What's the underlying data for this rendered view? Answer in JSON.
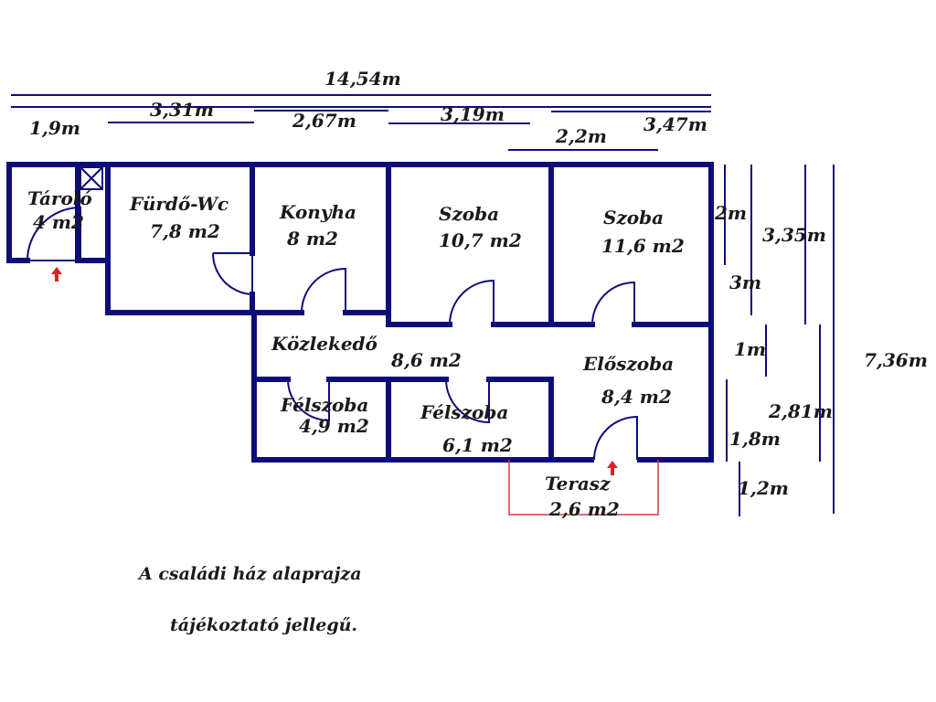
{
  "colors": {
    "wall": "#0d0d7a",
    "dimension_line": "#0d0d7a",
    "window": "#a9c4e6",
    "terrace_outline": "#d04040",
    "entrance_arrow": "#e02020",
    "text": "#1a1a1a"
  },
  "rooms": {
    "tarolo": {
      "name": "Tároló",
      "area": "4 m2"
    },
    "furdo": {
      "name": "Fürdő-Wc",
      "area": "7,8 m2"
    },
    "konyha": {
      "name": "Konyha",
      "area": "8 m2"
    },
    "szoba1": {
      "name": "Szoba",
      "area": "10,7 m2"
    },
    "szoba2": {
      "name": "Szoba",
      "area": "11,6 m2"
    },
    "kozlekedo": {
      "name": "Közlekedő",
      "area": "8,6 m2"
    },
    "eloszoba": {
      "name": "Előszoba",
      "area": "8,4 m2"
    },
    "felszoba1": {
      "name": "Félszoba",
      "area": "4,9 m2"
    },
    "felszoba2": {
      "name": "Félszoba",
      "area": "6,1 m2"
    },
    "terasz": {
      "name": "Terasz",
      "area": "2,6 m2"
    }
  },
  "dimensions_horizontal": {
    "total": "14,54m",
    "d1": "1,9m",
    "d2": "3,31m",
    "d3": "2,67m",
    "d4": "3,19m",
    "d5": "2,2m",
    "d6": "3,47m"
  },
  "dimensions_vertical": {
    "v1": "2m",
    "v2": "3,35m",
    "v3": "3m",
    "v4": "1m",
    "v5": "7,36m",
    "v6": "2,81m",
    "v7": "1,8m",
    "v8": "1,2m"
  },
  "icons": [
    "entrance-arrow-icon",
    "chimney-icon",
    "door-swing-icon"
  ],
  "note": {
    "line1": "A családi ház alaprajza",
    "line2": "tájékoztató jellegű."
  }
}
